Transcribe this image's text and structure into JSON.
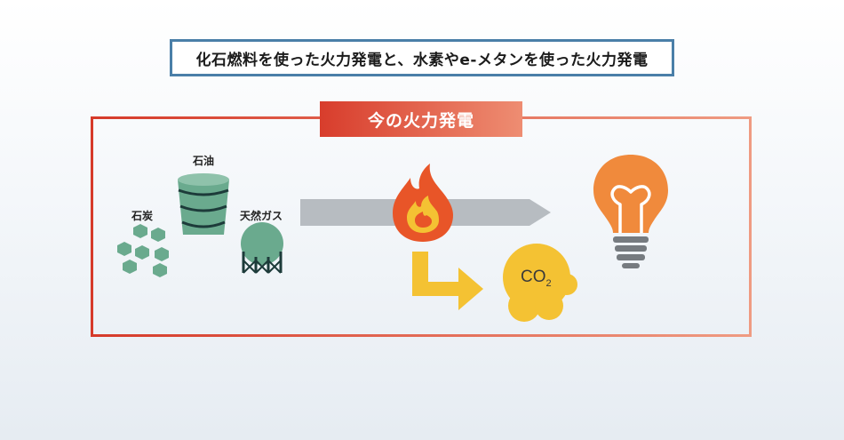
{
  "header": {
    "title": "化石燃料を使った火力発電と、水素やe-メタンを使った火力発電"
  },
  "section": {
    "label": "今の火力発電"
  },
  "fuels": {
    "oil": "石油",
    "coal": "石炭",
    "gas": "天然ガス"
  },
  "co2": {
    "main": "CO",
    "sub": "2"
  },
  "colors": {
    "title_border": "#4a7fa8",
    "frame_left": "#d63a2a",
    "frame_right": "#ef9b82",
    "fuel_green": "#6aaa8e",
    "arrow_gray": "#b7bcc1",
    "flame_red": "#e85528",
    "flame_yellow": "#f4c233",
    "bulb_orange": "#f08a3c"
  },
  "icons": [
    "coal-icon",
    "oil-barrel-icon",
    "gas-tank-icon",
    "flame-icon",
    "co2-cloud-icon",
    "light-bulb-icon",
    "process-arrow-icon",
    "emission-arrow-icon"
  ]
}
